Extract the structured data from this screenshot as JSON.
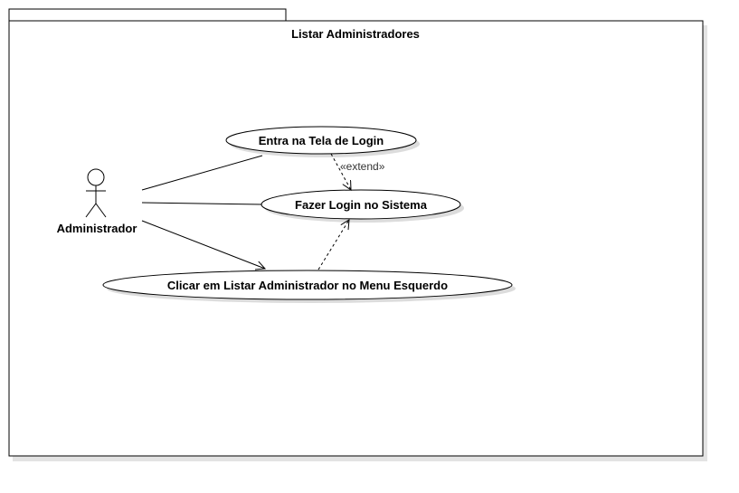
{
  "package": {
    "title": "Listar Administradores"
  },
  "actor": {
    "name": "Administrador"
  },
  "use_cases": {
    "login_screen": "Entra na Tela de Login",
    "system_login": "Fazer Login no Sistema",
    "list_admins_click": "Clicar em Listar Administrador no Menu Esquerdo"
  },
  "relations": {
    "extend_label": "«extend»"
  },
  "colors": {
    "stroke": "#000000",
    "shadow": "#d9d9d9",
    "background": "#ffffff"
  }
}
